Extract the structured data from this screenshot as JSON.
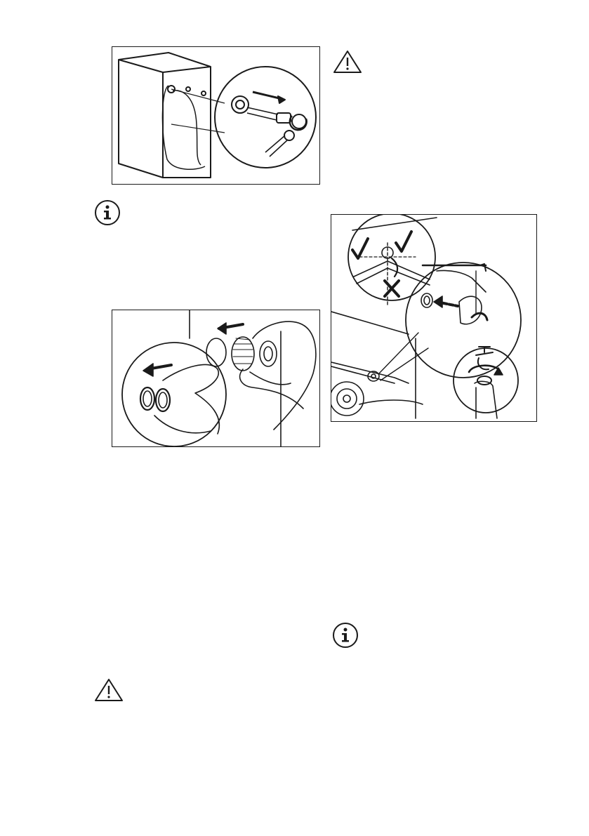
{
  "page": {
    "illustrations": [
      {
        "id": "fig1",
        "subject": "remove-transit-bolts"
      },
      {
        "id": "fig2",
        "subject": "remove-plastic-caps"
      },
      {
        "id": "fig3",
        "subject": "connect-inlet-hose"
      }
    ],
    "icons": [
      "info-icon",
      "warning-icon"
    ],
    "colors": {
      "ink": "#1a1a1a",
      "paper": "#ffffff"
    }
  }
}
